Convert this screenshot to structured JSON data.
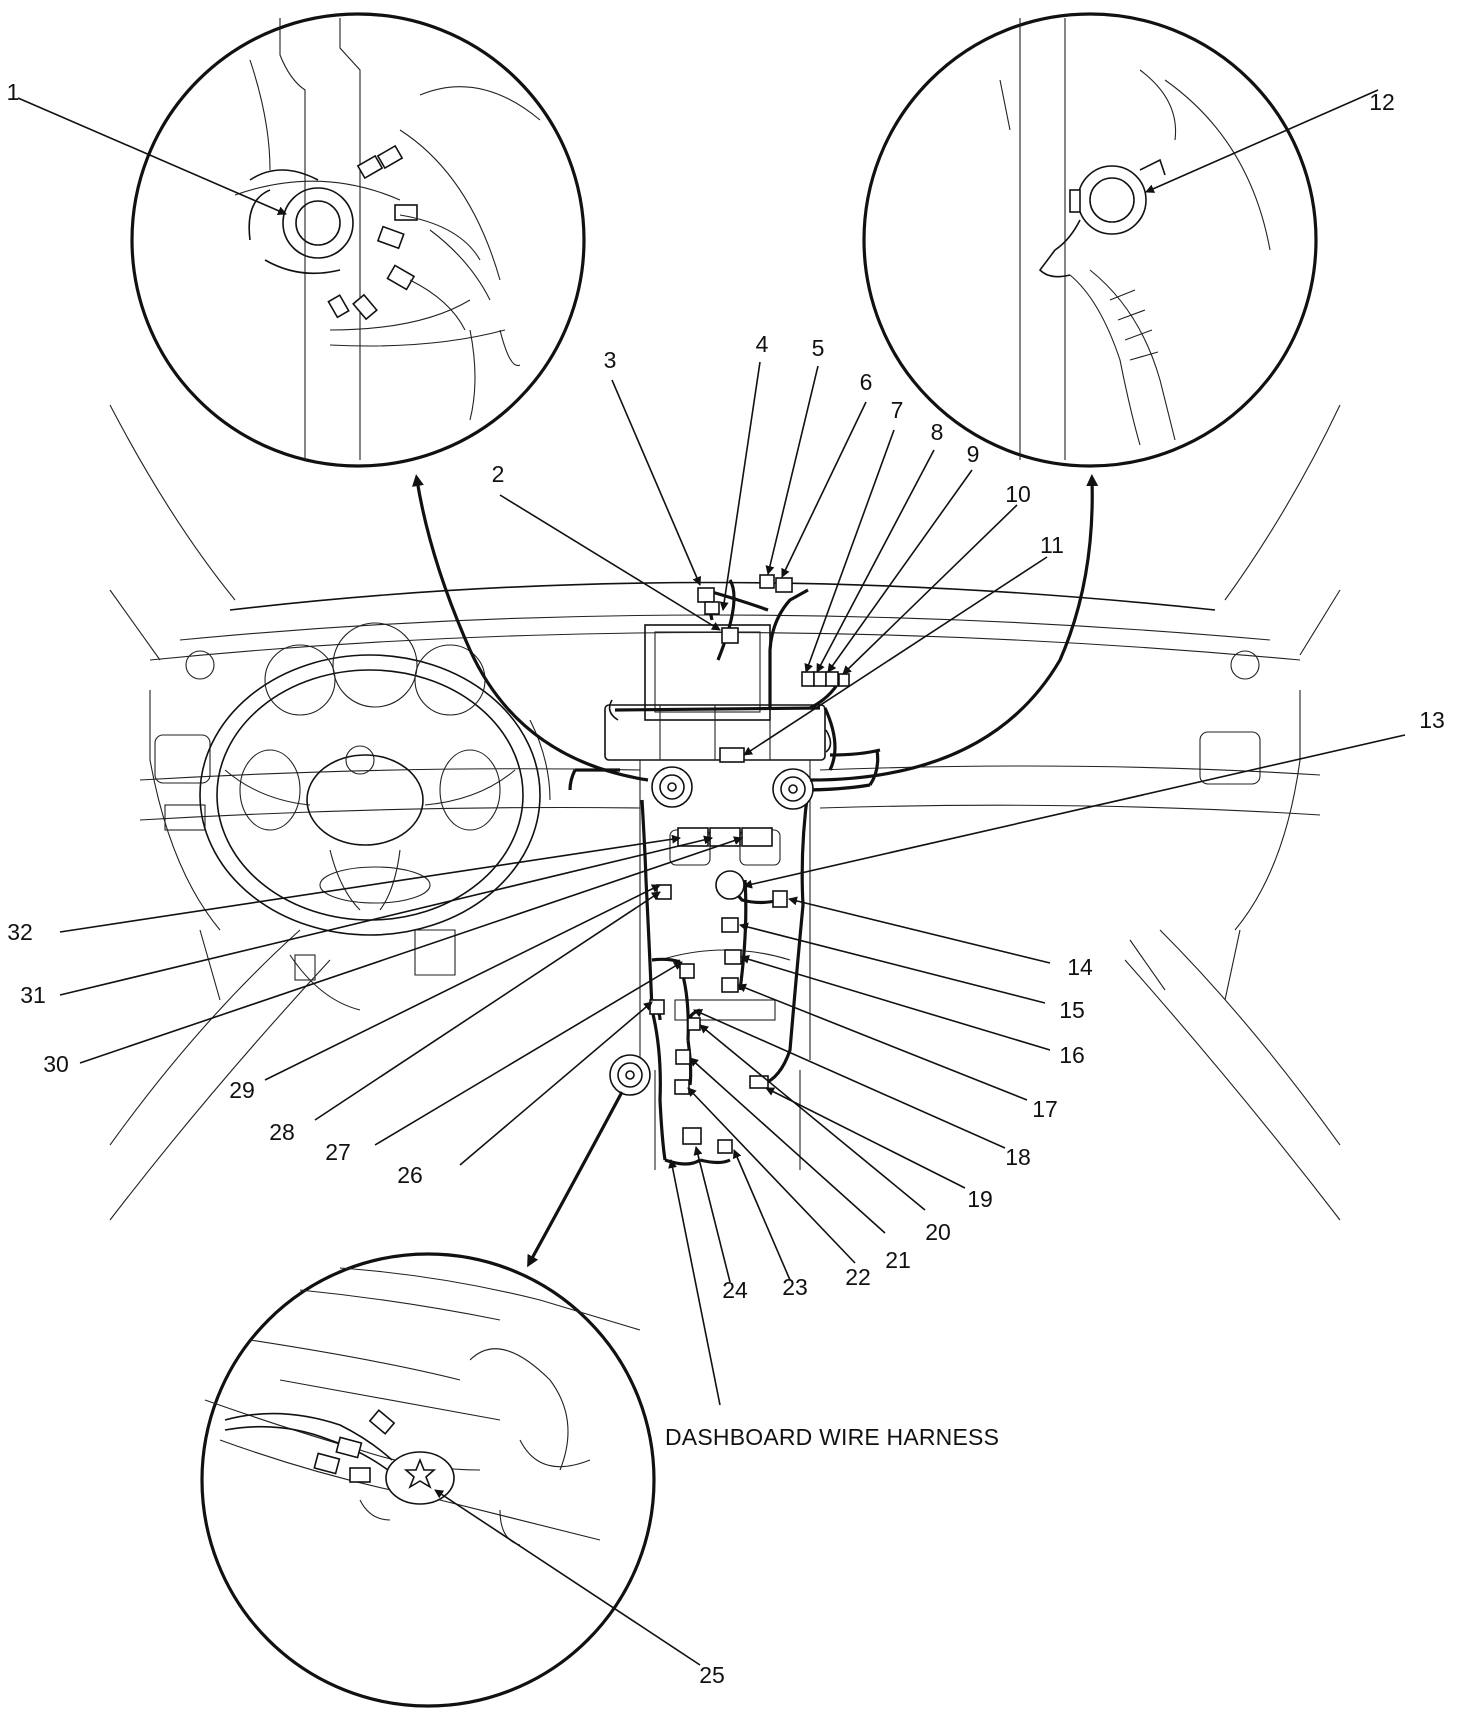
{
  "caption": "DASHBOARD WIRE HARNESS",
  "callouts": [
    {
      "id": "1",
      "text": "1"
    },
    {
      "id": "2",
      "text": "2"
    },
    {
      "id": "3",
      "text": "3"
    },
    {
      "id": "4",
      "text": "4"
    },
    {
      "id": "5",
      "text": "5"
    },
    {
      "id": "6",
      "text": "6"
    },
    {
      "id": "7",
      "text": "7"
    },
    {
      "id": "8",
      "text": "8"
    },
    {
      "id": "9",
      "text": "9"
    },
    {
      "id": "10",
      "text": "10"
    },
    {
      "id": "11",
      "text": "11"
    },
    {
      "id": "12",
      "text": "12"
    },
    {
      "id": "13",
      "text": "13"
    },
    {
      "id": "14",
      "text": "14"
    },
    {
      "id": "15",
      "text": "15"
    },
    {
      "id": "16",
      "text": "16"
    },
    {
      "id": "17",
      "text": "17"
    },
    {
      "id": "18",
      "text": "18"
    },
    {
      "id": "19",
      "text": "19"
    },
    {
      "id": "20",
      "text": "20"
    },
    {
      "id": "21",
      "text": "21"
    },
    {
      "id": "22",
      "text": "22"
    },
    {
      "id": "23",
      "text": "23"
    },
    {
      "id": "24",
      "text": "24"
    },
    {
      "id": "25",
      "text": "25"
    },
    {
      "id": "26",
      "text": "26"
    },
    {
      "id": "27",
      "text": "27"
    },
    {
      "id": "28",
      "text": "28"
    },
    {
      "id": "29",
      "text": "29"
    },
    {
      "id": "30",
      "text": "30"
    },
    {
      "id": "31",
      "text": "31"
    },
    {
      "id": "32",
      "text": "32"
    }
  ]
}
